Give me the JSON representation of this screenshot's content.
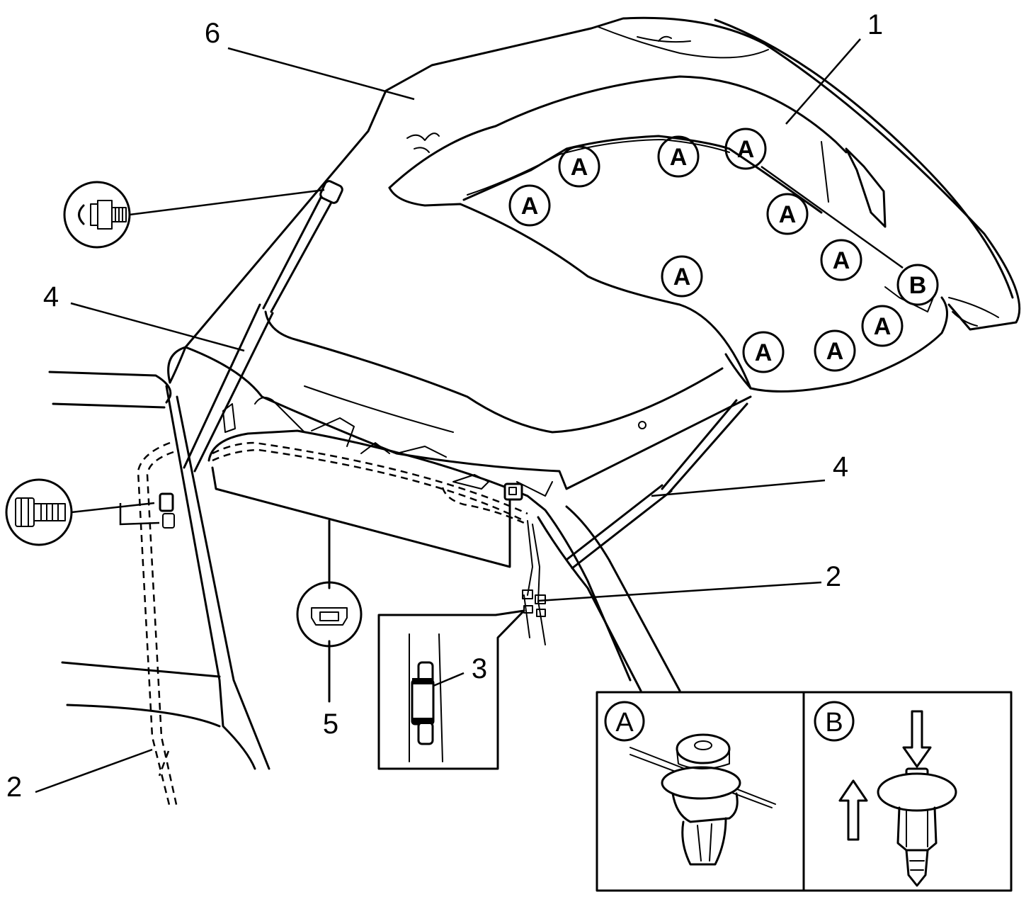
{
  "callouts": {
    "c1": "1",
    "c2_right": "2",
    "c2_left": "2",
    "c3": "3",
    "c4_upper": "4",
    "c4_lower": "4",
    "c5": "5",
    "c6": "6"
  },
  "clip_markers": {
    "clip_a": "A",
    "clip_b": "B"
  },
  "details": {
    "detail_a_label": "A",
    "detail_b_label": "B"
  },
  "icons": [
    "ball-stud-fastener-icon",
    "bolt-fastener-icon",
    "push-clip-icon",
    "retainer-clip-a-icon",
    "push-pin-retainer-b-icon",
    "arrow-up-icon",
    "arrow-down-icon"
  ]
}
